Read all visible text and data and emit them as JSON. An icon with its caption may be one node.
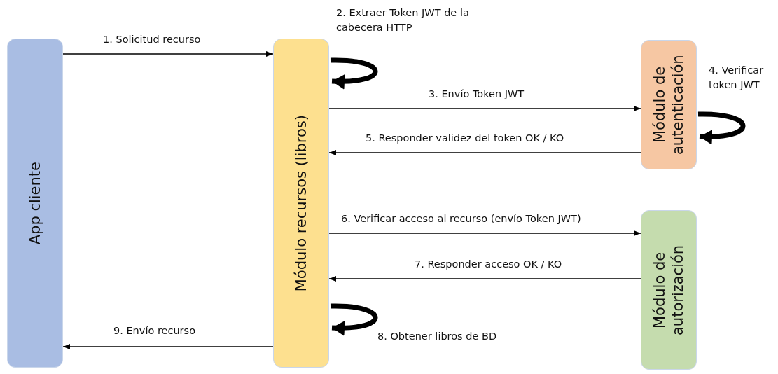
{
  "diagram": {
    "nodes": [
      {
        "text": [
          "App cliente"
        ]
      },
      {
        "text": [
          "Módulo recursos (libros)"
        ]
      },
      {
        "text": [
          "Módulo de autenticación"
        ]
      },
      {
        "text": [
          "Módulo de autorización"
        ]
      }
    ],
    "edges": [
      {
        "from": 0,
        "to": 1,
        "arrow": "to",
        "label": "1. Solicitud recurso"
      },
      {
        "from": 1,
        "to": 1,
        "arrow": "to",
        "style": "thick",
        "label": "2. Extraer Token JWT de la cabecera HTTP"
      },
      {
        "from": 1,
        "to": 2,
        "arrow": "to",
        "label": "3. Envío Token JWT"
      },
      {
        "from": 2,
        "to": 2,
        "arrow": "to",
        "style": "thick",
        "label": "4. Verificar token JWT"
      },
      {
        "from": 2,
        "to": 1,
        "arrow": "to",
        "label": "5. Responder validez del token OK / KO"
      },
      {
        "from": 1,
        "to": 3,
        "arrow": "to",
        "label": "6. Verificar acceso al recurso (envío Token JWT)"
      },
      {
        "from": 3,
        "to": 1,
        "arrow": "to",
        "label": "7. Responder acceso OK / KO"
      },
      {
        "from": 1,
        "to": 1,
        "arrow": "to",
        "style": "thick",
        "label": "8. Obtener libros de BD"
      },
      {
        "from": 1,
        "to": 0,
        "arrow": "to",
        "label": "9. Envío recurso"
      }
    ]
  }
}
